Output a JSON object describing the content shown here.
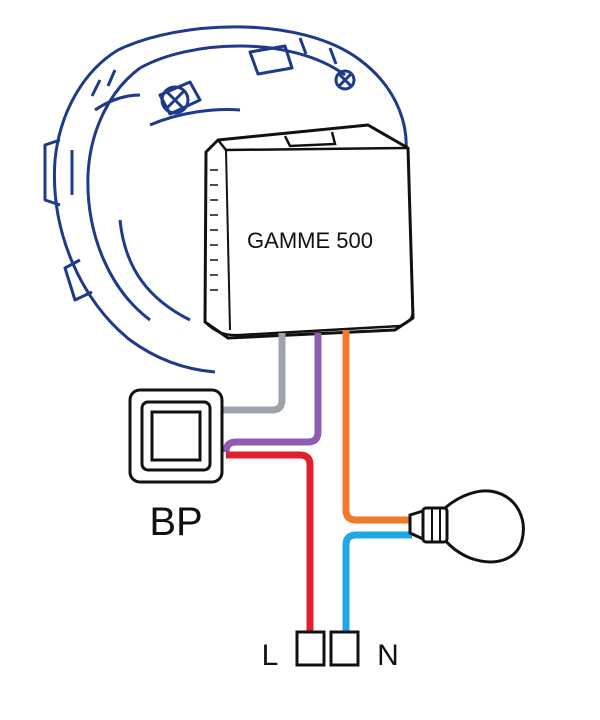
{
  "module": {
    "label": "GAMME 500"
  },
  "switch": {
    "label": "BP"
  },
  "terminals": {
    "live_label": "L",
    "neutral_label": "N"
  },
  "colors": {
    "box_outline": "#1f3a8a",
    "wire_grey": "#9ca3af",
    "wire_purple": "#8e5bb5",
    "wire_red": "#e0202c",
    "wire_orange": "#f07a2a",
    "wire_blue": "#1fa7e8",
    "device_outline": "#111111"
  },
  "icons": {
    "junction_box": "wall-junction-box-icon",
    "switch": "push-button-icon",
    "bulb": "light-bulb-icon",
    "terminal": "terminal-block-icon"
  }
}
